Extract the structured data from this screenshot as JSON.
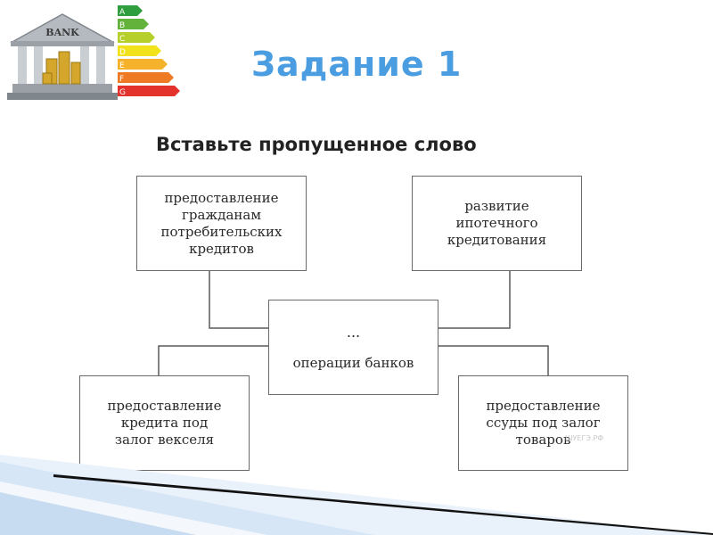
{
  "title": "Задание 1",
  "subtitle": "Вставьте пропущенное слово",
  "logo": {
    "sign_text": "BANK",
    "energy_letters": [
      "A",
      "B",
      "C",
      "D",
      "E",
      "F",
      "G"
    ],
    "energy_colors": [
      "#2e9e3e",
      "#63b23c",
      "#b6cf2a",
      "#f2e21c",
      "#f6b22a",
      "#ee7a24",
      "#e2322b"
    ]
  },
  "diagram": {
    "center": {
      "dots": "...",
      "label": "операции банков"
    },
    "top_left": [
      "предоставление",
      "гражданам",
      "потребительских",
      "кредитов"
    ],
    "top_right": [
      "развитие",
      "ипотечного",
      "кредитования"
    ],
    "bottom_left": [
      "предоставление",
      "кредита под",
      "залог векселя"
    ],
    "bottom_right": [
      "предоставление",
      "ссуды под залог",
      "товаров"
    ],
    "watermark": "ШУЕГЭ.РФ"
  },
  "colors": {
    "title": "#4a9de0",
    "border": "#6a6a6a"
  }
}
